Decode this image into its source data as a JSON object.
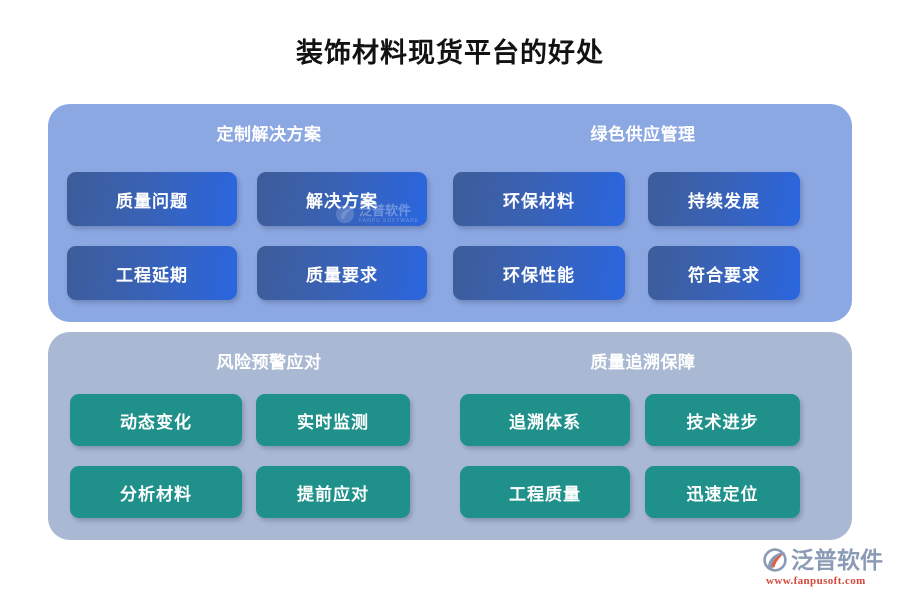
{
  "page": {
    "title": "装饰材料现货平台的好处",
    "background_color": "#ffffff",
    "title_color": "#121212"
  },
  "panels": [
    {
      "id": "panel-blue",
      "background_color": "#8ca8e2",
      "card_style": "blue-gradient",
      "card_color_from": "#3d5c99",
      "card_color_to": "#2a66e0",
      "groups": [
        {
          "header": "定制解决方案",
          "cards": [
            "质量问题",
            "解决方案",
            "工程延期",
            "质量要求"
          ]
        },
        {
          "header": "绿色供应管理",
          "cards": [
            "环保材料",
            "持续发展",
            "环保性能",
            "符合要求"
          ]
        }
      ]
    },
    {
      "id": "panel-grey",
      "background_color": "#aab9d3",
      "card_style": "green-solid",
      "card_color": "#1f918a",
      "groups": [
        {
          "header": "风险预警应对",
          "cards": [
            "动态变化",
            "实时监测",
            "分析材料",
            "提前应对"
          ]
        },
        {
          "header": "质量追溯保障",
          "cards": [
            "追溯体系",
            "技术进步",
            "工程质量",
            "迅速定位"
          ]
        }
      ]
    }
  ],
  "watermark": {
    "name": "泛普软件",
    "subtitle": "FANPU SOFTWARE"
  },
  "brand": {
    "name": "泛普软件",
    "url": "www.fanpusoft.com",
    "name_color": "#8b9ab5",
    "url_color": "#d4483b",
    "mark_circle_color": "#8b9ab5",
    "mark_swoosh_color": "#e2603f"
  }
}
